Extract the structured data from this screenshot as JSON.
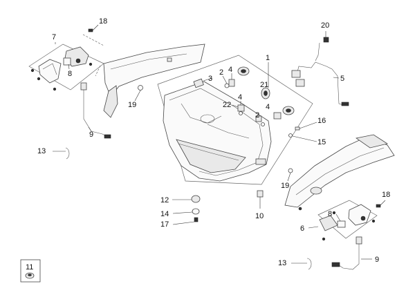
{
  "callouts": {
    "c1": "1",
    "c2a": "2",
    "c2b": "2",
    "c3": "3",
    "c4a": "4",
    "c4b": "4",
    "c5": "5",
    "c6": "6",
    "c7": "7",
    "c8a": "8",
    "c8b": "8",
    "c9a": "9",
    "c9b": "9",
    "c10": "10",
    "c11": "11",
    "c12": "12",
    "c13a": "13",
    "c13b": "13",
    "c14": "14",
    "c15": "15",
    "c16": "16",
    "c17": "17",
    "c18a": "18",
    "c18b": "18",
    "c19a": "19",
    "c19b": "19",
    "c20": "20",
    "c21": "21",
    "c22": "22"
  }
}
